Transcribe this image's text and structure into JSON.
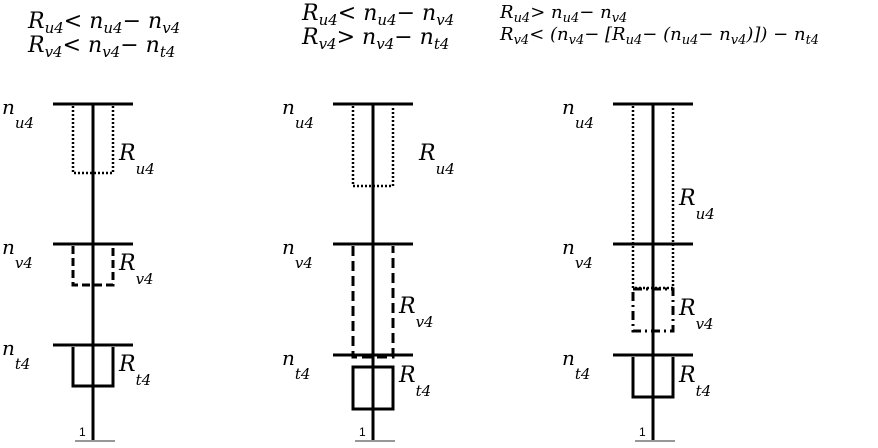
{
  "conditions": {
    "panel1": {
      "line1": "R_{u4} < n_{u4} − n_{v4}",
      "line2": "R_{v4} < n_{v4} − n_{t4}"
    },
    "panel2": {
      "line1": "R_{u4} < n_{u4} − n_{v4}",
      "line2": "R_{v4} > n_{v4} − n_{t4}"
    },
    "panel3": {
      "line1": "R_{u4} > n_{u4} − n_{v4}",
      "line2": "R_{v4} < (n_{v4} − [R_{u4} − (n_{u4} − n_{v4})]) − n_{t4}"
    }
  },
  "labels": {
    "n_main": "n",
    "R_main": "R",
    "u4": "u4",
    "v4": "v4",
    "t4": "t4",
    "ground": "1"
  }
}
